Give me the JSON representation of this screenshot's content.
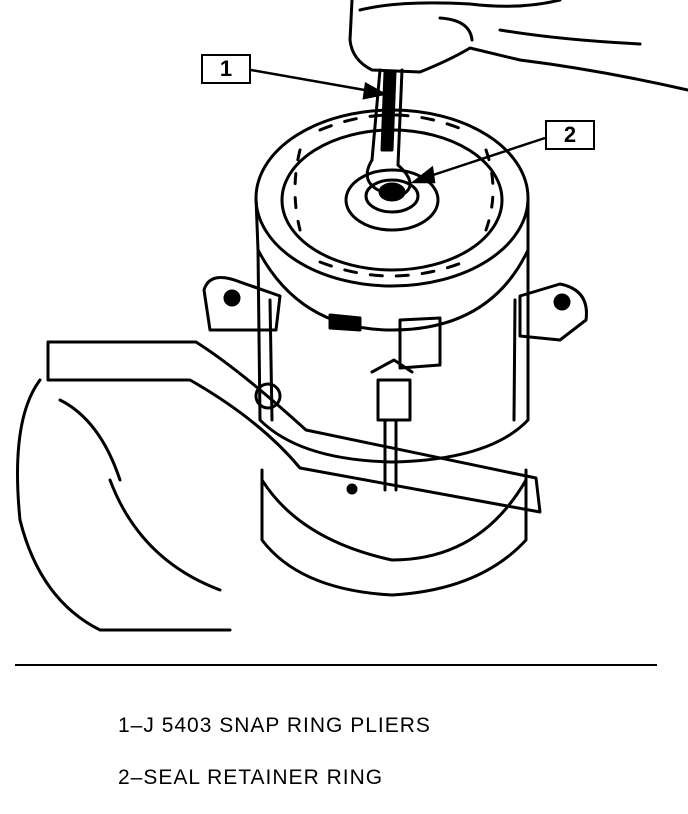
{
  "callouts": [
    {
      "number": "1"
    },
    {
      "number": "2"
    }
  ],
  "legend": [
    {
      "text": "1–J 5403 SNAP RING PLIERS"
    },
    {
      "text": "2–SEAL RETAINER RING"
    }
  ]
}
